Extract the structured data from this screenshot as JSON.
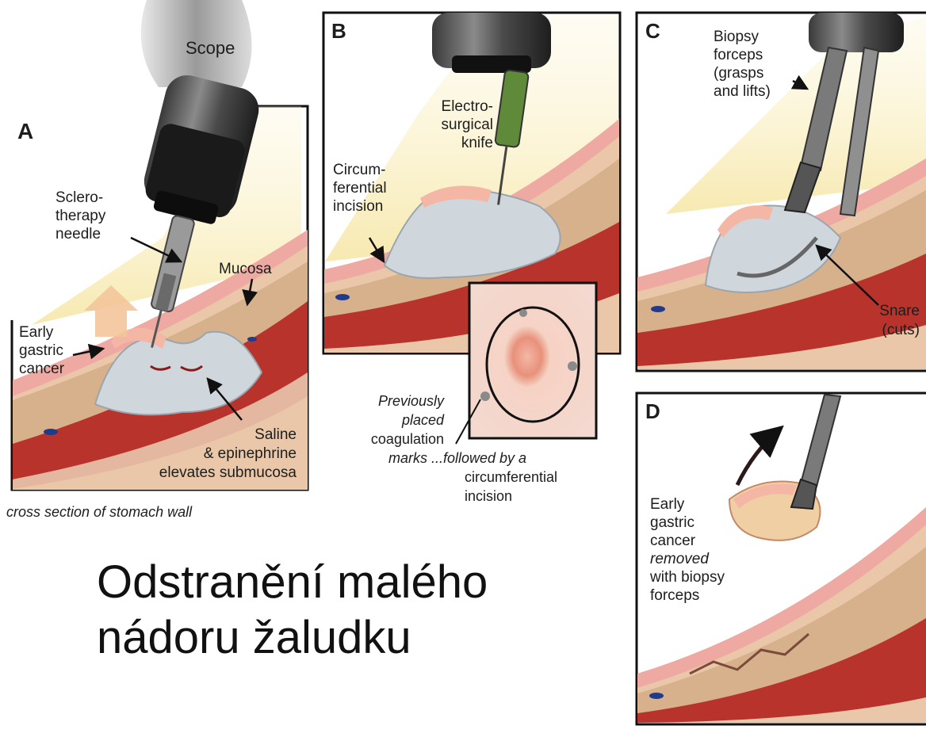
{
  "panels": {
    "a": {
      "letter": "A",
      "scope": "Scope",
      "needle": [
        "Sclero-",
        "therapy",
        "needle"
      ],
      "mucosa": "Mucosa",
      "cancer": [
        "Early",
        "gastric",
        "cancer"
      ],
      "saline": [
        "Saline",
        "& epinephrine",
        "elevates submucosa"
      ],
      "cross_section": "cross section of stomach wall"
    },
    "b": {
      "letter": "B",
      "knife": [
        "Electro-",
        "surgical",
        "knife"
      ],
      "incision": [
        "Circum-",
        "ferential",
        "incision"
      ],
      "marks": [
        "Previously",
        "placed",
        "coagulation",
        "marks ...followed by a",
        "circumferential",
        "incision"
      ]
    },
    "c": {
      "letter": "C",
      "forceps": [
        "Biopsy",
        "forceps",
        "(grasps",
        "and lifts)"
      ],
      "snare": [
        "Snare",
        "(cuts)"
      ]
    },
    "d": {
      "letter": "D",
      "removed": [
        "Early",
        "gastric",
        "cancer",
        "removed",
        "with biopsy",
        "forceps"
      ]
    }
  },
  "caption": {
    "line1": "Odstranění malého",
    "line2": "nádoru žaludku"
  }
}
